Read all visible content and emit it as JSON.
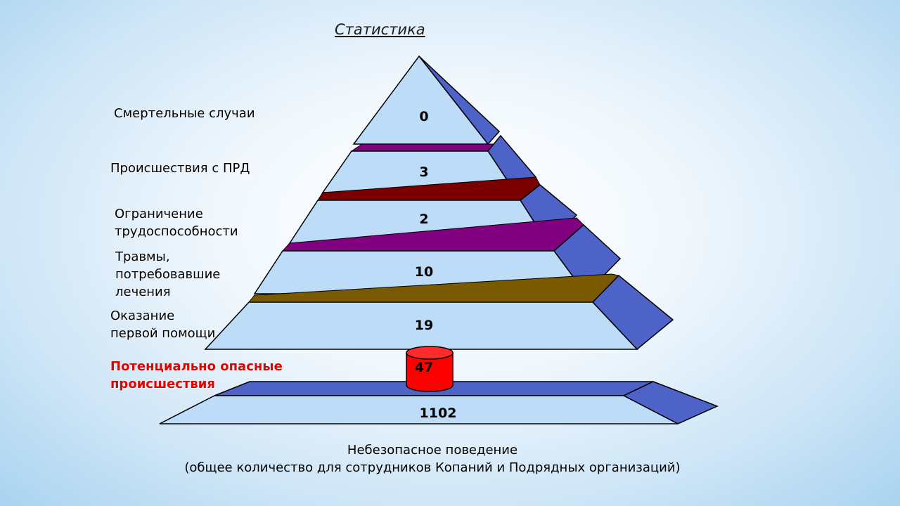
{
  "title": "Статистика",
  "levels": [
    {
      "label": "Смертельные случаи",
      "value": "0"
    },
    {
      "label": "Происшествия с ПРД",
      "value": "3"
    },
    {
      "label_line1": "Ограничение",
      "label_line2": "трудоспособности",
      "value": "2"
    },
    {
      "label_line1": "Травмы,",
      "label_line2": "потребовавшие",
      "label_line3": "лечения",
      "value": "10"
    },
    {
      "label_line1": "Оказание",
      "label_line2": "первой помощи",
      "value": "19"
    },
    {
      "label_line1": "Потенциально опасные",
      "label_line2": "происшествия",
      "value": "47"
    },
    {
      "value": "1102"
    }
  ],
  "caption_line1": "Небезопасное поведение",
  "caption_line2": "(общее количество для сотрудников Копаний и Подрядных организаций)",
  "colors": {
    "front": "#bcdcf7",
    "side": "#4e63c8",
    "separator_purple": "#800080",
    "separator_darkred": "#7a0000",
    "separator_brown": "#7a5a00",
    "cylinder": "#ff0000",
    "label_red": "#e60000"
  }
}
